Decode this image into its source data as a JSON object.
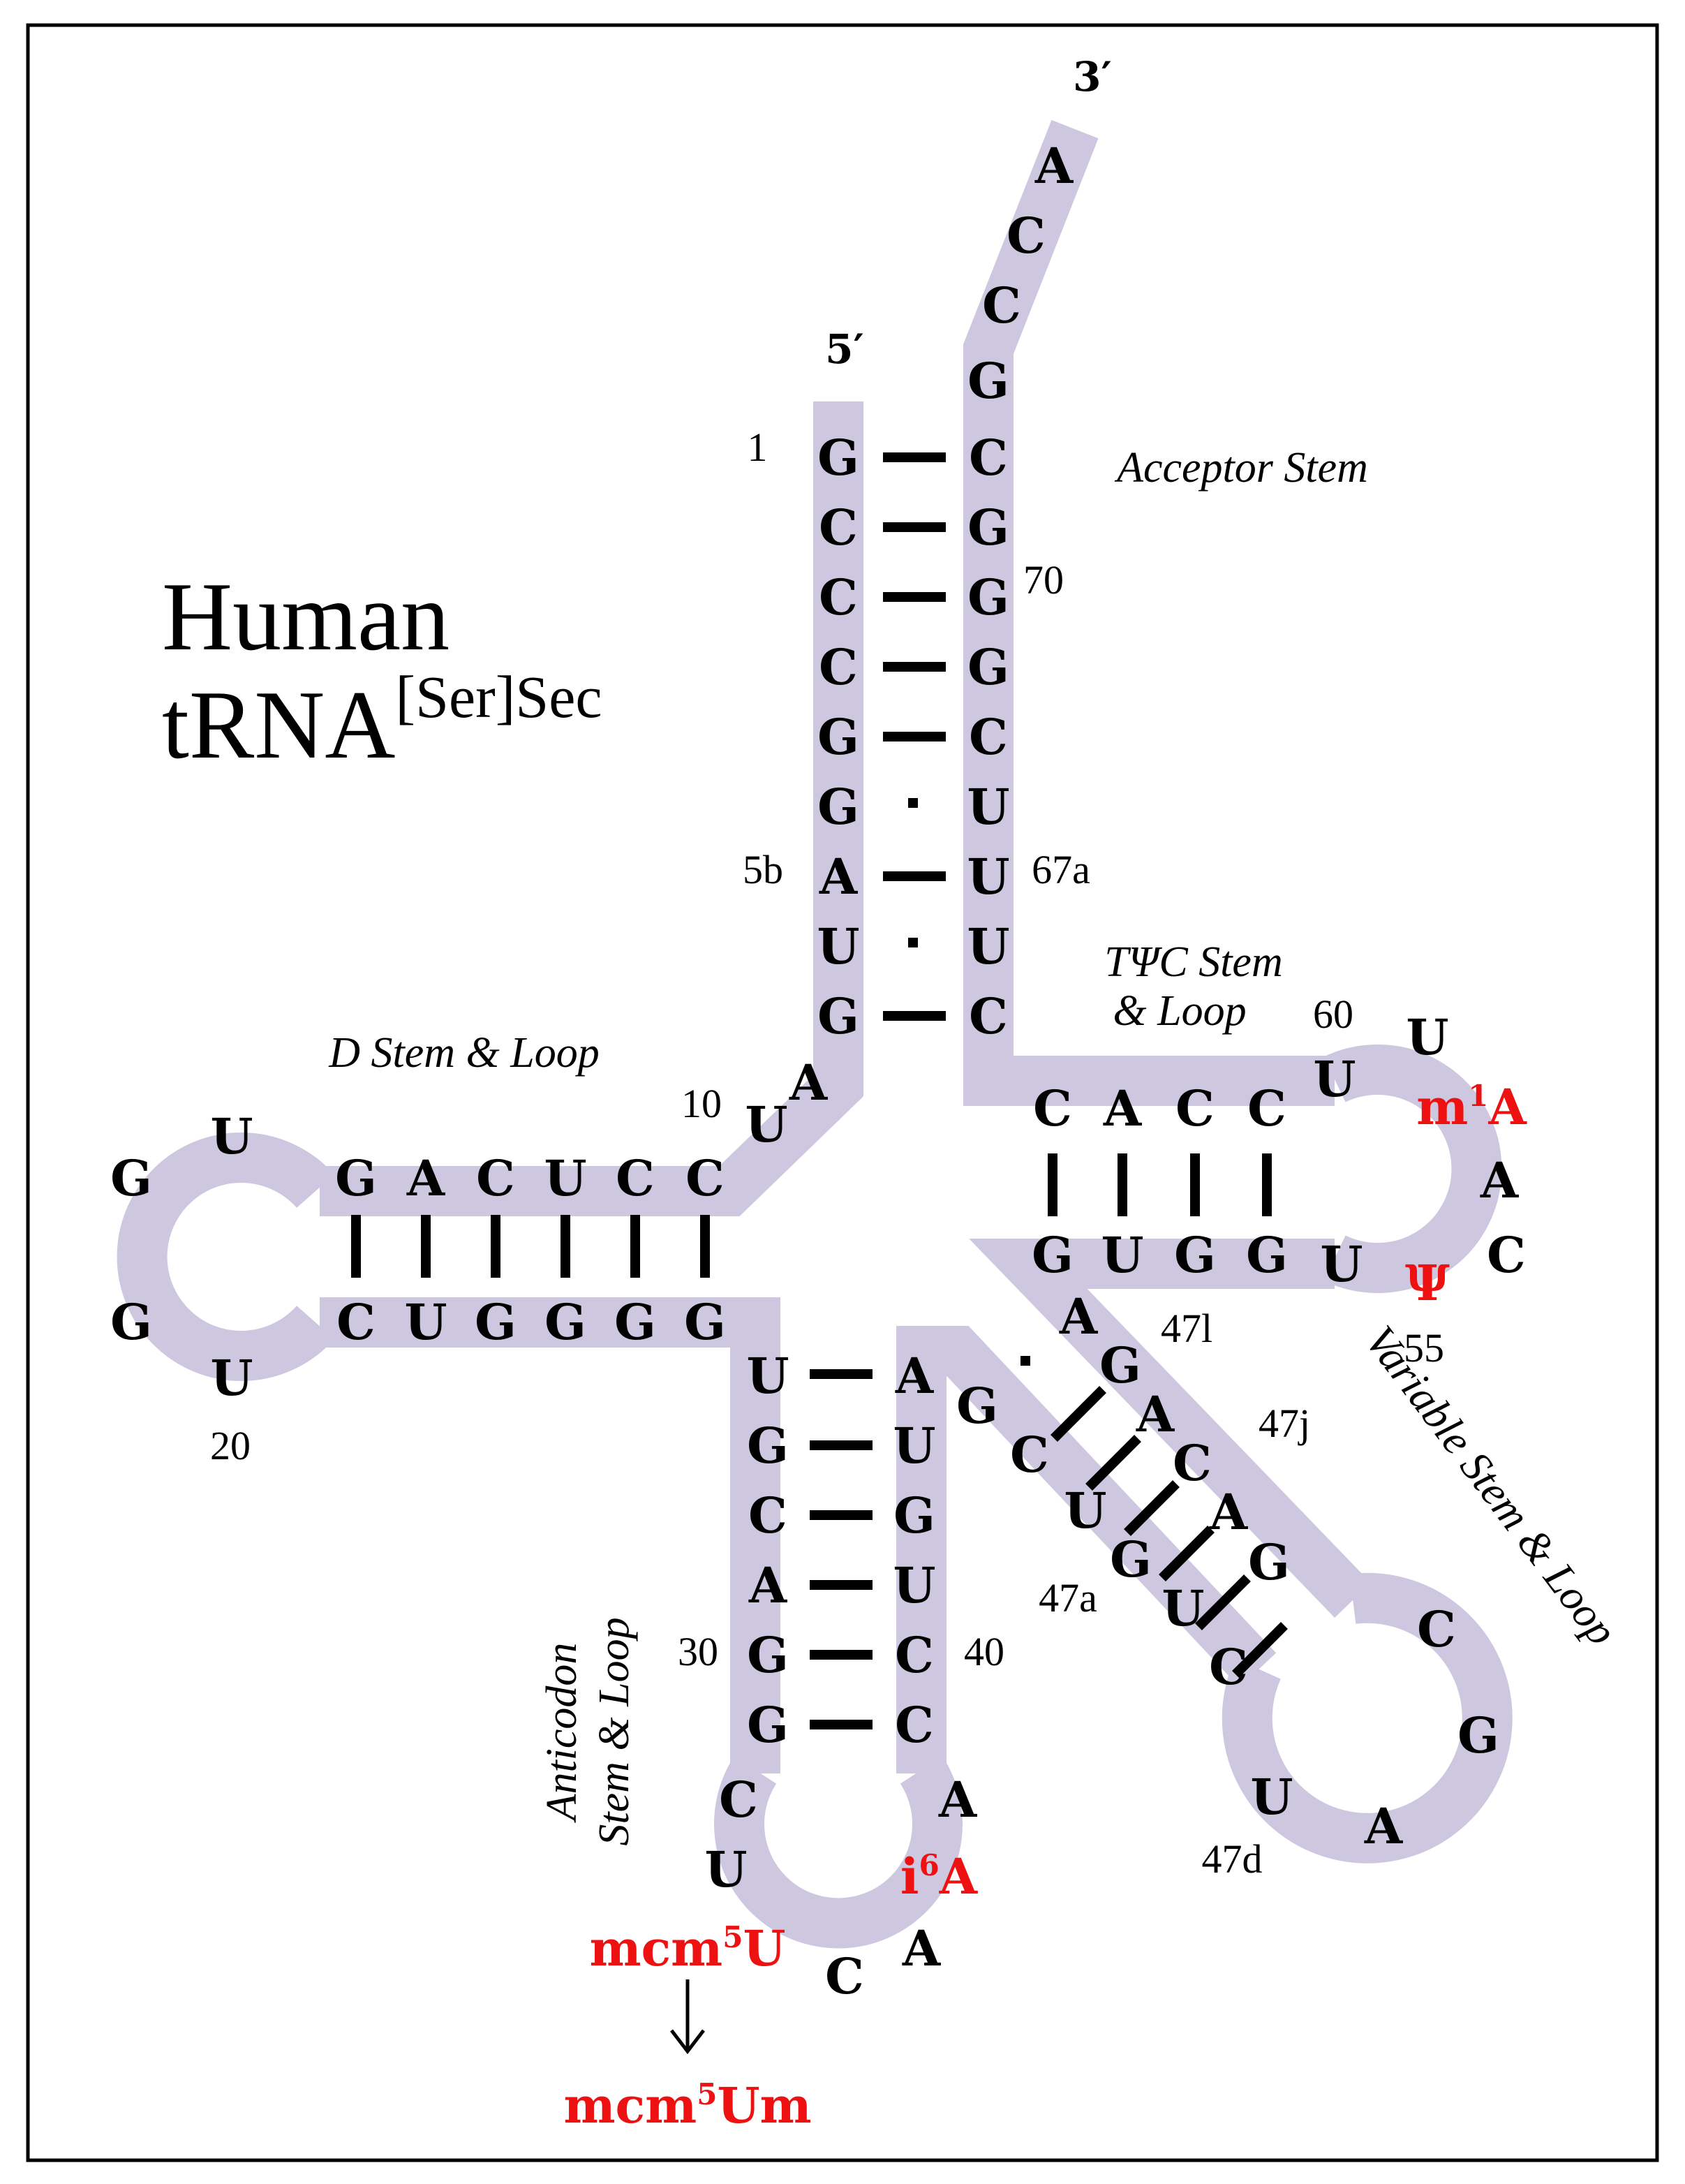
{
  "title": {
    "line1": "Human",
    "line2": "tRNA",
    "superscript": "[Ser]Sec"
  },
  "ends": {
    "five_prime": "5′",
    "three_prime": "3′"
  },
  "regions": {
    "acceptor": "Acceptor Stem",
    "tpsic_line1": "TΨC Stem",
    "tpsic_line2": "& Loop",
    "d_stem": "D Stem & Loop",
    "anticodon_line1": "Anticodon",
    "anticodon_line2": "Stem & Loop",
    "variable": "Variable Stem & Loop"
  },
  "numbers": {
    "n1": "1",
    "n70": "70",
    "n5b": "5b",
    "n67a": "67a",
    "n60": "60",
    "n10": "10",
    "n20": "20",
    "n55": "55",
    "n47l": "47l",
    "n47j": "47j",
    "n47a": "47a",
    "n30": "30",
    "n40": "40",
    "n47d": "47d"
  },
  "modifications": {
    "m1A": {
      "base": "m",
      "sup": "1",
      "tail": "A"
    },
    "psi": "Ψ",
    "i6A": {
      "base": "i",
      "sup": "6",
      "tail": "A"
    },
    "mcm5U": {
      "base": "mcm",
      "sup": "5",
      "tail": "U"
    },
    "mcm5Um": {
      "base": "mcm",
      "sup": "5",
      "tail": "Um"
    }
  },
  "bases": {
    "acceptor_5p": [
      "G",
      "C",
      "C",
      "C",
      "G",
      "G",
      "A",
      "U",
      "G"
    ],
    "acceptor_3p": [
      "C",
      "G",
      "G",
      "G",
      "C",
      "U",
      "U",
      "U",
      "C"
    ],
    "tail_3p": [
      "A",
      "C",
      "C",
      "G"
    ],
    "junction": [
      "A",
      "U"
    ],
    "d_top": [
      "G",
      "A",
      "C",
      "U",
      "C",
      "C"
    ],
    "d_bottom": [
      "C",
      "U",
      "G",
      "G",
      "G",
      "G"
    ],
    "d_loop": [
      "U",
      "G",
      "G",
      "U"
    ],
    "anticodon_left": [
      "U",
      "G",
      "C",
      "A",
      "G",
      "G"
    ],
    "anticodon_right": [
      "A",
      "U",
      "G",
      "U",
      "C",
      "C"
    ],
    "anticodon_loop": [
      "C",
      "U",
      "C",
      "A",
      "A"
    ],
    "t_top": [
      "C",
      "A",
      "C",
      "C"
    ],
    "t_bottom": [
      "G",
      "U",
      "G",
      "G"
    ],
    "t_loop": [
      "U",
      "U",
      "A",
      "C",
      "U"
    ],
    "var_outer": [
      "A",
      "G",
      "A",
      "C",
      "A",
      "G"
    ],
    "var_inner": [
      "G",
      "C",
      "U",
      "G",
      "U",
      "C"
    ],
    "var_loop": [
      "C",
      "G",
      "A",
      "U"
    ]
  }
}
